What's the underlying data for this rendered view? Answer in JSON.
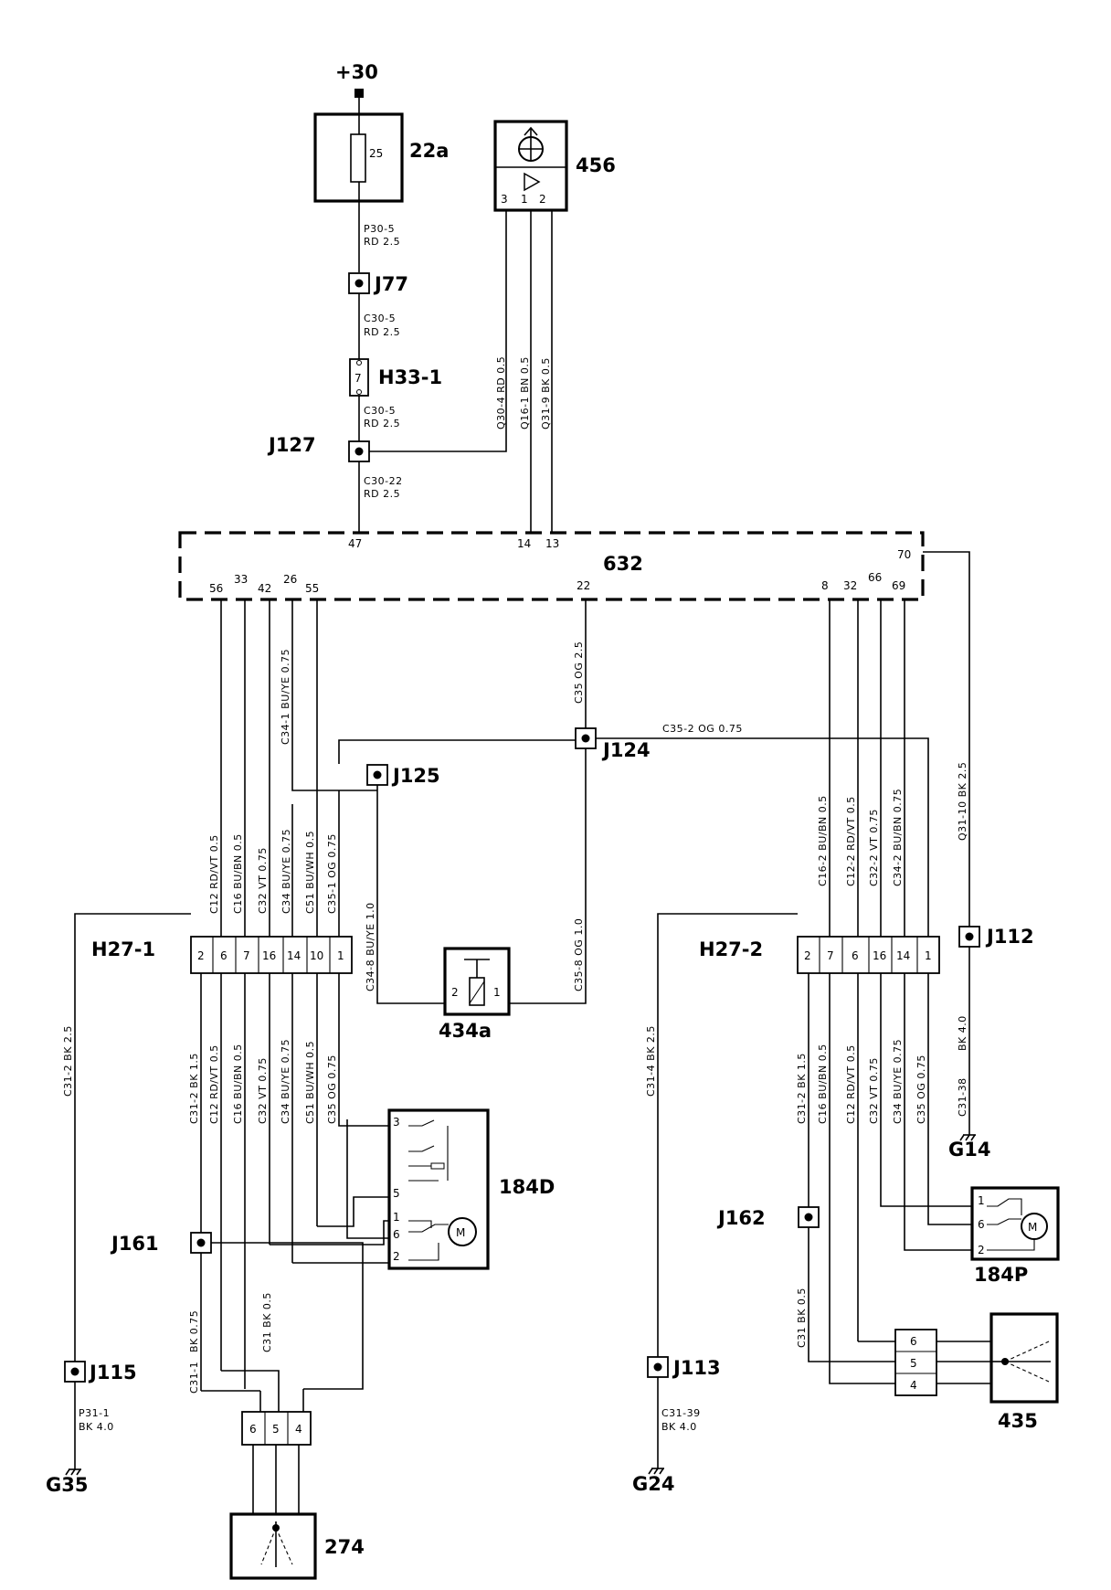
{
  "supply_label": "+30",
  "components": {
    "c22a": "22a",
    "c22a_value": "25",
    "c456": "456",
    "c456_pins": [
      "3",
      "1",
      "2"
    ],
    "c632": "632",
    "c632_pins": [
      "47",
      "14",
      "13",
      "70",
      "56",
      "33",
      "42",
      "26",
      "55",
      "22",
      "8",
      "32",
      "66",
      "69"
    ],
    "c434a": "434a",
    "c434a_pins": [
      "2",
      "1"
    ],
    "c184d": "184D",
    "c184d_pins": [
      "3",
      "5",
      "1",
      "6",
      "2"
    ],
    "c184p": "184P",
    "c184p_pins": [
      "1",
      "6",
      "2"
    ],
    "c274": "274",
    "c435": "435",
    "c435_pins": [
      "6",
      "5",
      "4"
    ],
    "c274_pins": [
      "6",
      "5",
      "4"
    ],
    "motor": "M"
  },
  "connectors": {
    "h33_1": "H33-1",
    "h33_1_pin": "7",
    "h27_1": "H27-1",
    "h27_1_pins": [
      "2",
      "6",
      "7",
      "16",
      "14",
      "10",
      "1"
    ],
    "h27_2": "H27-2",
    "h27_2_pins": [
      "2",
      "7",
      "6",
      "16",
      "14",
      "1"
    ]
  },
  "junctions": [
    "J77",
    "J127",
    "J125",
    "J124",
    "J112",
    "J161",
    "J162",
    "J115",
    "J113"
  ],
  "grounds": [
    "G35",
    "G24",
    "G14"
  ],
  "wires": {
    "p30_5": [
      "P30-5",
      "RD 2.5"
    ],
    "c30_5a": [
      "C30-5",
      "RD 2.5"
    ],
    "c30_5b": [
      "C30-5",
      "RD 2.5"
    ],
    "c30_22": [
      "C30-22",
      "RD 2.5"
    ],
    "w456": [
      "Q30-4  RD 0.5",
      "Q16-1  BN 0.5",
      "Q31-9  BK 0.5"
    ],
    "c35_og": "C35  OG 2.5",
    "c34_1": "C34-1  BU/YE 0.75",
    "c35_2": "C35-2   OG 0.75",
    "h271_top": [
      "C12 RD/VT  0.5",
      "C16 BU/BN  0.5",
      "C32 VT 0.75",
      "C34 BU/YE 0.75",
      "C51 BU/WH 0.5",
      "C35-1  OG 0.75",
      "C34-8  BU/YE  1.0"
    ],
    "c35_8": "C35-8   OG 1.0",
    "q31_10": "Q31-10   BK  2.5",
    "h272_top": [
      "C16-2  BU/BN  0.5",
      "C12-2  RD/VT  0.5",
      "C32-2  VT 0.75",
      "C34-2  BU/BN  0.75"
    ],
    "h271_bot": [
      "C31-2  BK  1.5",
      "C12  RD/VT  0.5",
      "C16  BU/BN  0.5",
      "C32  VT  0.75",
      "C34  BU/YE  0.75",
      "C51  BU/WH  0.5",
      "C35  OG 0.75"
    ],
    "c31_2_left": "C31-2   BK  2.5",
    "c31_4": "C31-4   BK  2.5",
    "h272_bot": [
      "C31-2  BK  1.5",
      "C16  BU/BN  0.5",
      "C12  RD/VT  0.5",
      "C32  VT  0.75",
      "C34  BU/YE  0.75",
      "C35  OG  0.75"
    ],
    "bk40_right": "BK  4.0",
    "c31_38": "C31-38",
    "bk075": "BK  0.75",
    "c31_1": "C31-1",
    "c31_bk05_left": "C31   BK  0.5",
    "c31_bk05_right": "C31   BK  0.5",
    "p31_1": [
      "P31-1",
      "BK 4.0"
    ],
    "c31_39": [
      "C31-39",
      "BK 4.0"
    ]
  }
}
